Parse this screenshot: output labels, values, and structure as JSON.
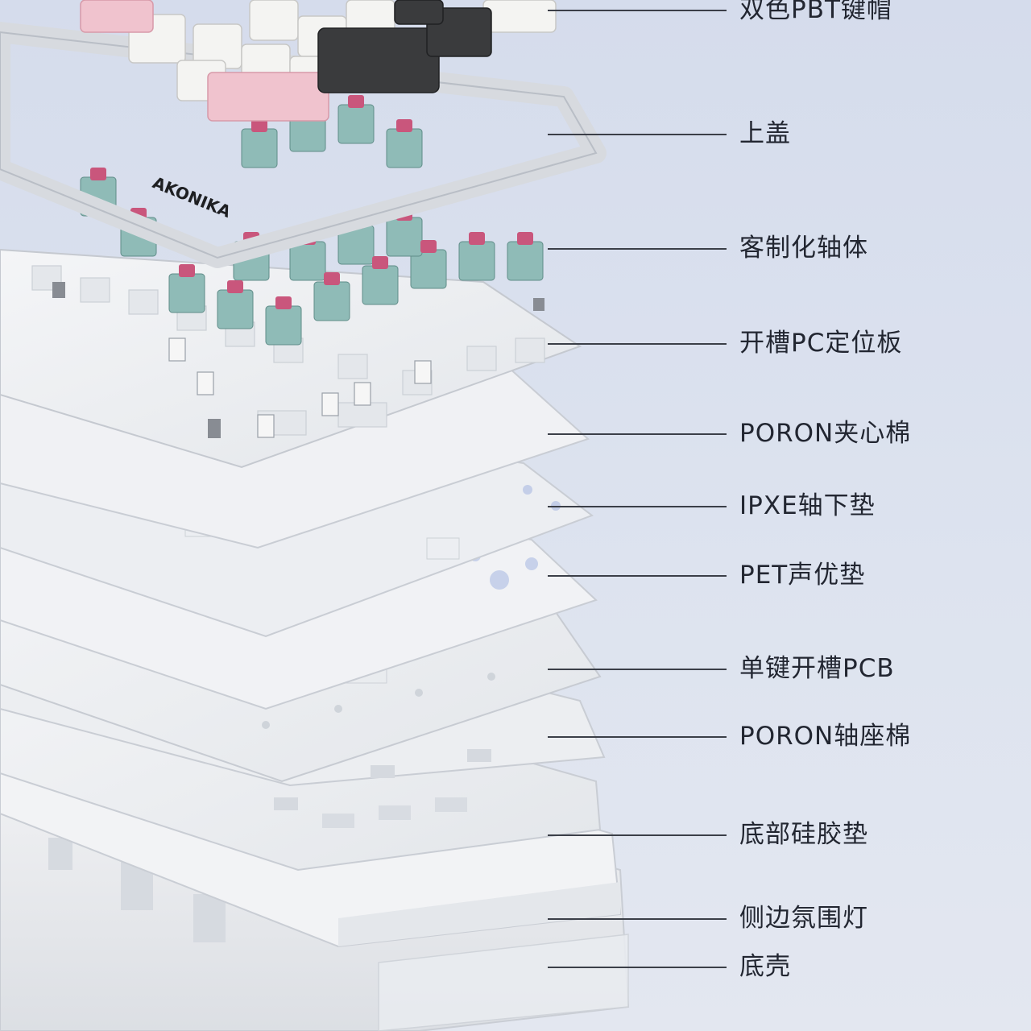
{
  "colors": {
    "background": "#d8deec",
    "layer_fill": "#eef0f3",
    "layer_edge": "#c9cdd4",
    "switch_pink": "#c9567c",
    "switch_base": "#7fb1ad",
    "keycap_white": "#f4f4f2",
    "keycap_pink": "#f0c3ce",
    "keycap_dark": "#3a3b3d",
    "leader_line": "#3b3f48",
    "label_text": "#222631"
  },
  "labels": [
    {
      "id": "keycaps",
      "text": "双色PBT键帽"
    },
    {
      "id": "top-cover",
      "text": "上盖"
    },
    {
      "id": "switches",
      "text": "客制化轴体"
    },
    {
      "id": "plate",
      "text": "开槽PC定位板"
    },
    {
      "id": "sandwich-foam",
      "text": "PORON夹心棉"
    },
    {
      "id": "ixpe-pad",
      "text": "IPXE轴下垫"
    },
    {
      "id": "pet-pad",
      "text": "PET声优垫"
    },
    {
      "id": "pcb",
      "text": "单键开槽PCB"
    },
    {
      "id": "socket-foam",
      "text": "PORON轴座棉"
    },
    {
      "id": "bottom-silicone",
      "text": "底部硅胶垫"
    },
    {
      "id": "rgb-strip",
      "text": "侧边氛围灯"
    },
    {
      "id": "bottom-case",
      "text": "底壳"
    }
  ],
  "logo": {
    "text": "AKONIKA"
  },
  "icons": [
    "keyboard-exploded-illustration"
  ]
}
